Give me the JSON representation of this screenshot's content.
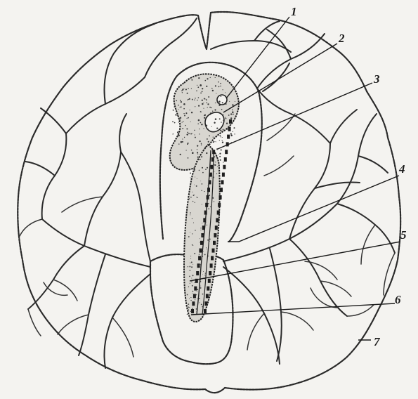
{
  "figure": {
    "labels": [
      {
        "id": "1",
        "text": "1"
      },
      {
        "id": "2",
        "text": "2"
      },
      {
        "id": "3",
        "text": "3"
      },
      {
        "id": "4",
        "text": "4"
      },
      {
        "id": "5",
        "text": "5"
      },
      {
        "id": "6",
        "text": "6"
      },
      {
        "id": "7",
        "text": "7"
      }
    ]
  },
  "colors": {
    "ink": "#2a2a2a",
    "paper": "#f4f3f0",
    "embryo_fill": "#d8d6d0"
  }
}
